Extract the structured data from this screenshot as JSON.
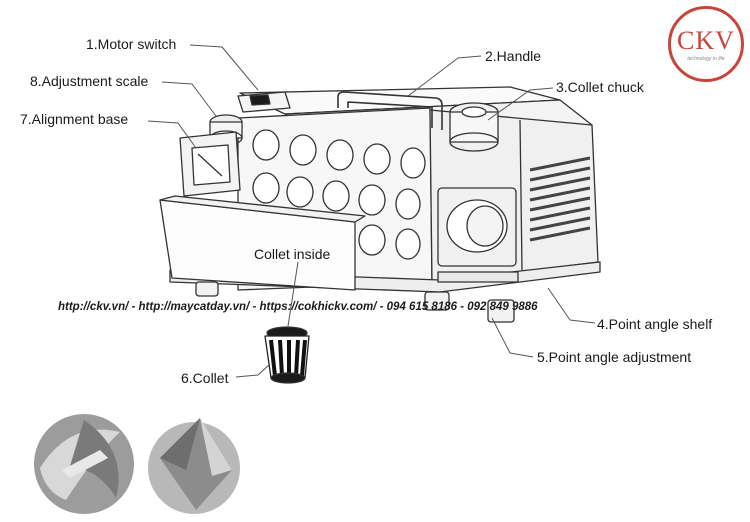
{
  "logo": {
    "name": "CKV",
    "tagline": "technology in life"
  },
  "labels": {
    "motor_switch": "1.Motor switch",
    "handle": "2.Handle",
    "collet_chuck": "3.Collet chuck",
    "point_angle_shelf": "4.Point angle shelf",
    "point_angle_adjustment": "5.Point angle adjustment",
    "collet": "6.Collet",
    "alignment_base": "7.Alignment base",
    "adjustment_scale": "8.Adjustment scale",
    "collet_inside": "Collet inside"
  },
  "watermark": "http://ckv.vn/ - http://maycatday.vn/ - https://cokhickv.com/ - 094 615 8186 - 092 849 9886",
  "colors": {
    "logo": "#c8453b",
    "line": "#333333"
  }
}
